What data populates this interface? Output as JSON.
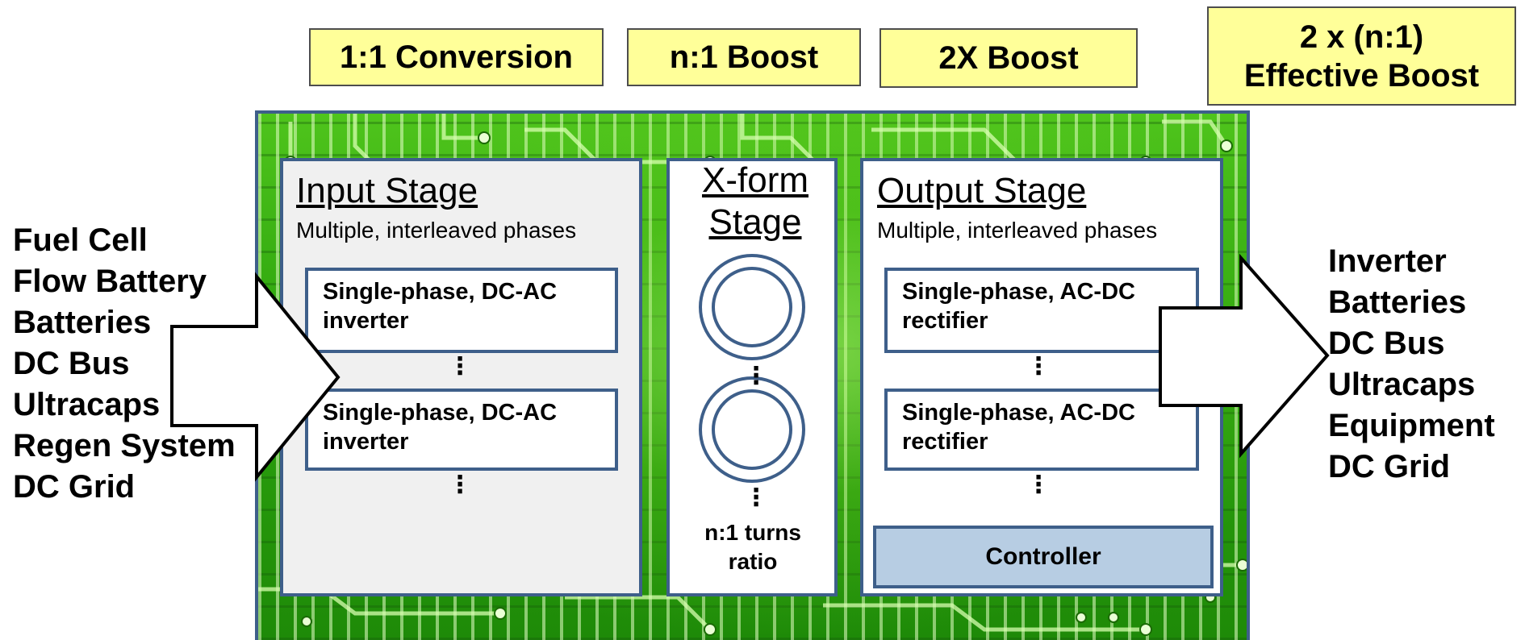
{
  "gain_labels": {
    "conversion": "1:1 Conversion",
    "n_boost": "n:1 Boost",
    "two_x_boost": "2X Boost",
    "effective_boost": "2 x (n:1)\nEffective Boost"
  },
  "sources": [
    "Fuel Cell",
    "Flow Battery",
    "Batteries",
    "DC Bus",
    "Ultracaps",
    "Regen System",
    "DC Grid"
  ],
  "loads": [
    "Inverter",
    "Batteries",
    "DC Bus",
    "Ultracaps",
    "Equipment",
    "DC Grid"
  ],
  "input_stage": {
    "title": "Input Stage",
    "subtitle": "Multiple, interleaved phases",
    "blocks": [
      "Single-phase, DC-AC\ninverter",
      "Single-phase, DC-AC\ninverter"
    ],
    "ellipsis": "⋮"
  },
  "xform_stage": {
    "title": "X-form\nStage",
    "turns_label": "n:1 turns\nratio",
    "ellipsis": "⋮"
  },
  "output_stage": {
    "title": "Output Stage",
    "subtitle": "Multiple, interleaved phases",
    "blocks": [
      "Single-phase, AC-DC\nrectifier",
      "Single-phase, AC-DC\nrectifier"
    ],
    "ellipsis": "⋮",
    "controller_label": "Controller"
  },
  "colors": {
    "gain_fill": "#ffff99",
    "panel_border": "#3e5f8a",
    "controller_fill": "#b7cde3",
    "input_panel_fill": "#f0f0f0",
    "board_green": "#2fa70f"
  }
}
